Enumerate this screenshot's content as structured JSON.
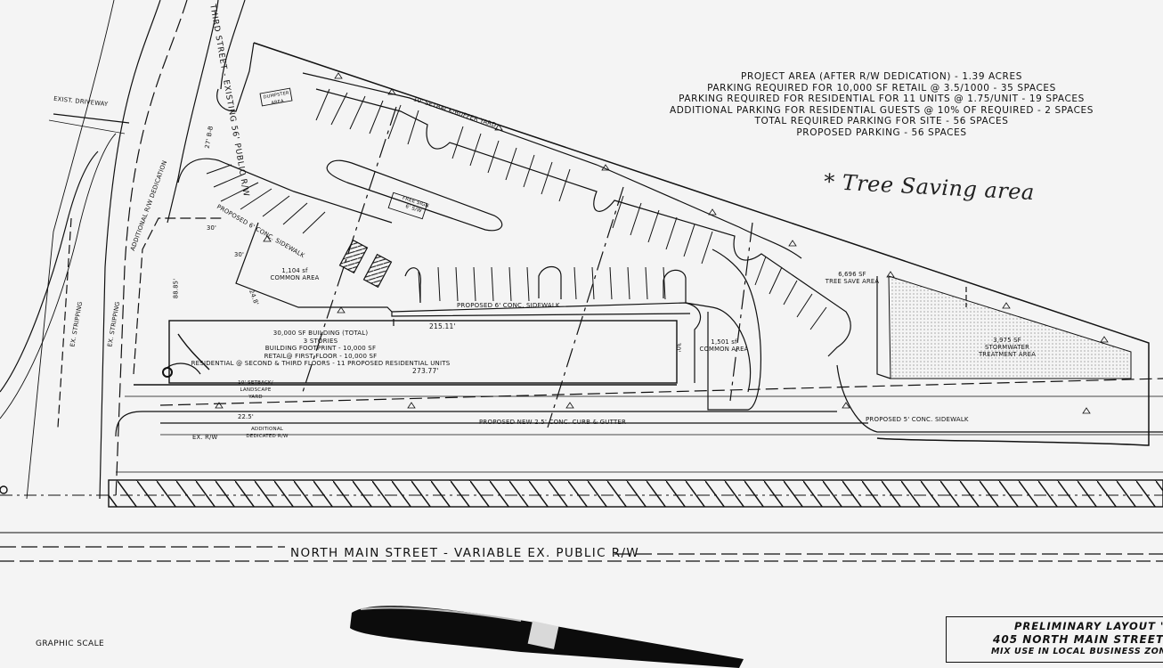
{
  "site_data": {
    "project_area": "PROJECT AREA (AFTER R/W DEDICATION) - 1.39 ACRES",
    "parking_retail": "PARKING REQUIRED FOR 10,000 SF RETAIL @ 3.5/1000 - 35 SPACES",
    "parking_residential": "PARKING REQUIRED FOR RESIDENTIAL FOR 11 UNITS @ 1.75/UNIT - 19 SPACES",
    "parking_guests": "ADDITIONAL PARKING FOR RESIDENTIAL GUESTS @ 10% OF REQUIRED - 2 SPACES",
    "parking_total": "TOTAL REQUIRED PARKING FOR SITE - 56 SPACES",
    "parking_proposed": "PROPOSED PARKING - 56 SPACES"
  },
  "handwritten_note": "* Tree Saving area",
  "labels": {
    "third_street": "THIRD STREET - EXISTING 56' PUBLIC R/W",
    "north_main_street": "NORTH MAIN STREET - VARIABLE EX. PUBLIC R/W",
    "ex_driveway": "EXIST. DRIVEWAY",
    "dumpster": "DUMPSTER AREA",
    "setback_buffer": "10' SETBACK/BUFFER YARD",
    "island": "FREE SIGN",
    "island_sub": "6' S/W",
    "common_area_1_value": "1,104 sf",
    "common_area_1_label": "COMMON AREA",
    "common_area_2_value": "1,501 sf",
    "common_area_2_label": "COMMON AREA",
    "tree_save_value": "6,696 SF",
    "tree_save_label": "TREE SAVE AREA",
    "stormwater_value": "3,975 SF",
    "stormwater_label": "STORMWATER TREATMENT AREA",
    "sidewalk_front": "PROPOSED 6' CONC. SIDEWALK",
    "sidewalk_left": "PROPOSED 6' CONC. SIDEWALK",
    "sidewalk_right": "PROPOSED 5' CONC. SIDEWALK",
    "curb_gutter": "PROPOSED NEW 2.5' CONC. CURB & GUTTER",
    "setback_landscape": "10' SETBACK/ LANDSCAPE YARD",
    "ex_rw": "EX. R/W",
    "additional_rw": "ADDITIONAL DEDICATED R/W",
    "dim_215": "215.11'",
    "dim_273": "273.77'",
    "dim_30a": "30'",
    "dim_30b": "30'",
    "dim_30c": "30'",
    "dim_225": "22.5'",
    "dim_248": "24.8'",
    "dim_27": "27' B-B",
    "dim_8885": "88.85'",
    "dedication": "ADDITIONAL R/W DEDICATION",
    "ex_stripping_1": "EX. STRIPPING",
    "ex_stripping_2": "EX. STRIPPING"
  },
  "building": {
    "line1": "30,000 SF BUILDING (TOTAL)",
    "line2": "3 STORIES",
    "line3": "BUILDING FOOTPRINT - 10,000 SF",
    "line4": "RETAIL@ FIRST FLOOR - 10,000 SF",
    "line5": "RESIDENTIAL @ SECOND & THIRD FLOORS - 11 PROPOSED RESIDENTIAL UNITS"
  },
  "title_block": {
    "line1": "PRELIMINARY LAYOUT \"A\"",
    "line2": "405 NORTH MAIN STREET",
    "line3": "MIX USE IN LOCAL BUSINESS ZONI"
  },
  "graphic_scale": "GRAPHIC SCALE"
}
